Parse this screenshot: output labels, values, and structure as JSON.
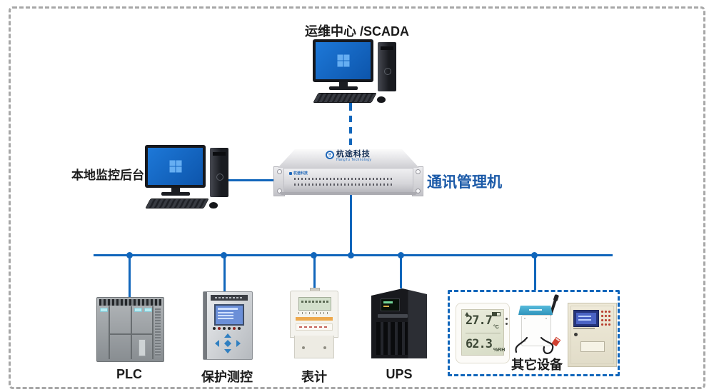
{
  "colors": {
    "line_blue": "#1166bb",
    "comm_label_blue": "#1b5aa8",
    "frame_gray": "#a7a7a7",
    "text_dark": "#1c1c1c"
  },
  "nodes": {
    "scada": {
      "label": "运维中心 /SCADA"
    },
    "local_monitor": {
      "label": "本地监控后台"
    },
    "comm_manager": {
      "label": "通讯管理机",
      "brand": "杭途科技",
      "brand_sub": "HangTu Technology"
    },
    "devices": [
      {
        "id": "plc",
        "label": "PLC"
      },
      {
        "id": "protection",
        "label": "保护测控"
      },
      {
        "id": "meter",
        "label": "表计"
      },
      {
        "id": "ups",
        "label": "UPS"
      },
      {
        "id": "others",
        "label": "其它设备"
      }
    ]
  },
  "sensor_display": {
    "temperature": "27.7",
    "temperature_unit": "°C",
    "humidity": "62.3",
    "humidity_unit": "%RH"
  }
}
